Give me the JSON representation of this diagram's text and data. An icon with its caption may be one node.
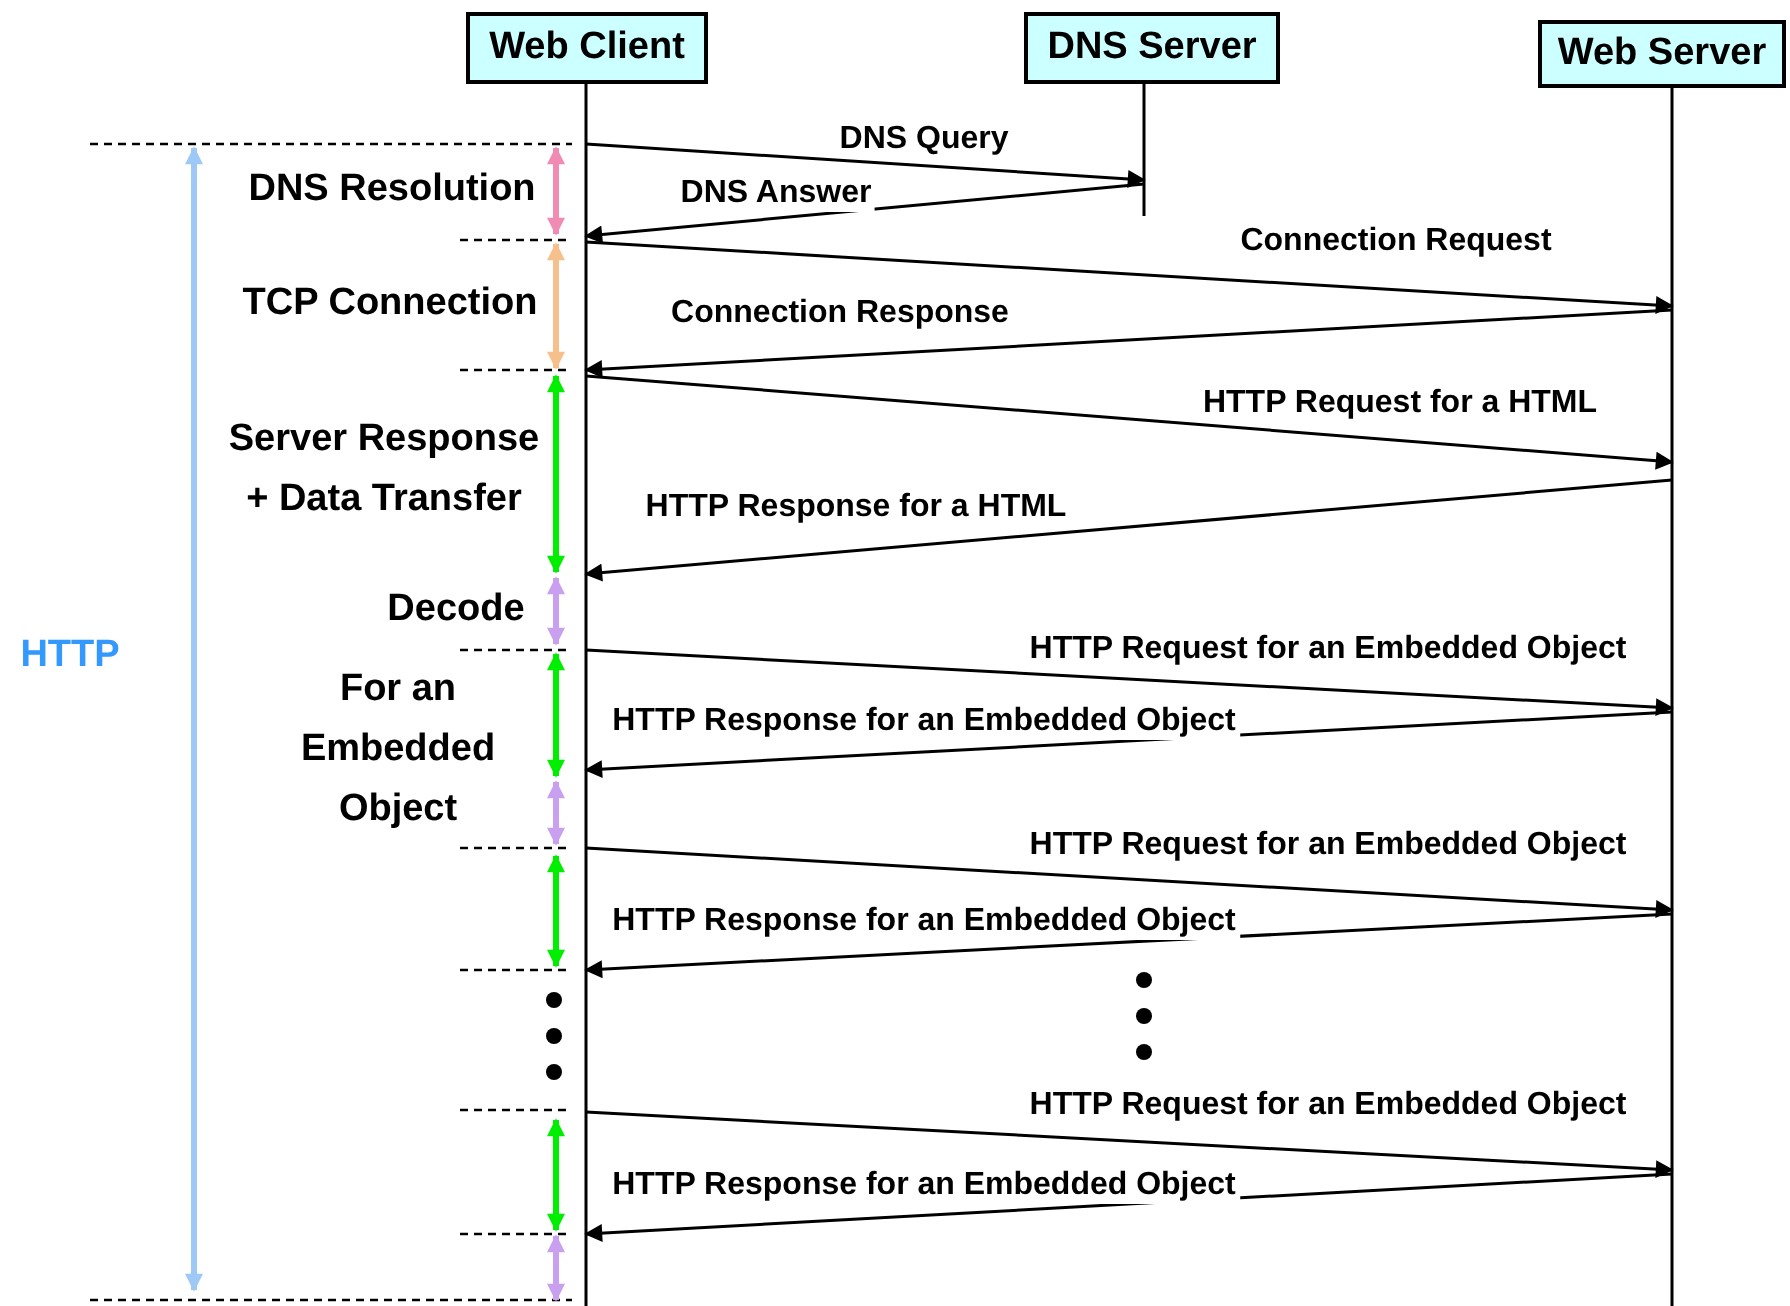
{
  "diagram": {
    "nodes": [
      {
        "text": [
          "Web Client"
        ]
      },
      {
        "text": [
          "DNS Server"
        ]
      },
      {
        "text": [
          "Web Server"
        ]
      }
    ],
    "edges": [
      {
        "from": 0,
        "to": 1,
        "arrow": "to",
        "label": "DNS Query"
      },
      {
        "from": 1,
        "to": 0,
        "arrow": "to",
        "label": "DNS Answer"
      },
      {
        "from": 0,
        "to": 2,
        "arrow": "to",
        "label": "Connection Request"
      },
      {
        "from": 2,
        "to": 0,
        "arrow": "to",
        "label": "Connection Response"
      },
      {
        "from": 0,
        "to": 2,
        "arrow": "to",
        "label": "HTTP Request for a HTML"
      },
      {
        "from": 2,
        "to": 0,
        "arrow": "to",
        "label": "HTTP Response for a HTML"
      },
      {
        "from": 0,
        "to": 2,
        "arrow": "to",
        "label": "HTTP Request for an Embedded Object"
      },
      {
        "from": 2,
        "to": 0,
        "arrow": "to",
        "label": "HTTP Response for an Embedded Object"
      },
      {
        "from": 0,
        "to": 2,
        "arrow": "to",
        "label": "HTTP Request for an Embedded Object"
      },
      {
        "from": 2,
        "to": 0,
        "arrow": "to",
        "label": "HTTP Response for an Embedded Object"
      },
      {
        "from": 0,
        "to": 2,
        "arrow": "to",
        "label": "HTTP Request for an Embedded Object"
      },
      {
        "from": 2,
        "to": 0,
        "arrow": "to",
        "label": "HTTP Response for an Embedded Object"
      }
    ],
    "labels": [
      "DNS Resolution",
      "TCP Connection",
      "Server Response + Data Transfer",
      "Decode",
      "For an Embedded Object",
      "HTTP"
    ]
  }
}
